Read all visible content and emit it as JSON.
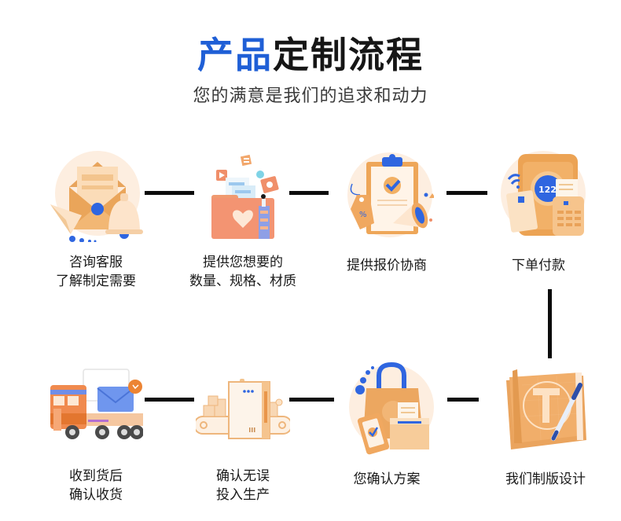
{
  "header": {
    "title_accent": "产品",
    "title_rest": "定制流程",
    "subtitle": "您的满意是我们的追求和动力"
  },
  "colors": {
    "accent": "#1f5fd6",
    "illustration_orange": "#f0a860",
    "illustration_light": "#fbe3c8",
    "connector": "#0c0c0c"
  },
  "steps": [
    {
      "order": 1,
      "icon": "envelope-bell-icon",
      "lines": [
        "咨询客服",
        "了解制定需要"
      ]
    },
    {
      "order": 2,
      "icon": "folder-heart-icon",
      "lines": [
        "提供您想要的",
        "数量、规格、材质"
      ]
    },
    {
      "order": 3,
      "icon": "clipboard-megaphone-icon",
      "lines": [
        "提供报价协商"
      ]
    },
    {
      "order": 4,
      "icon": "payment-terminal-icon",
      "lines": [
        "下单付款"
      ]
    },
    {
      "order": 5,
      "icon": "blueprint-pen-icon",
      "lines": [
        "我们制版设计"
      ]
    },
    {
      "order": 6,
      "icon": "shopping-bag-confirm-icon",
      "lines": [
        "您确认方案"
      ]
    },
    {
      "order": 7,
      "icon": "production-conveyor-icon",
      "lines": [
        "确认无误",
        "投入生产"
      ]
    },
    {
      "order": 8,
      "icon": "delivery-truck-icon",
      "lines": [
        "收到货后",
        "确认收货"
      ]
    }
  ]
}
